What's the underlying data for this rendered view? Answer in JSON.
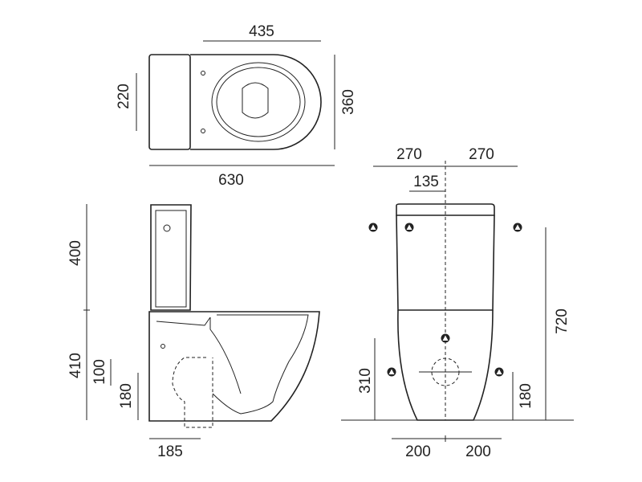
{
  "top_view": {
    "width_bowl": "435",
    "depth_tank": "220",
    "width": "360",
    "length": "630"
  },
  "side_view": {
    "tank_height": "400",
    "bowl_height": "410",
    "inlet_height": "100",
    "outlet_height": "180",
    "outlet_offset": "185"
  },
  "front_view": {
    "half_left": "270",
    "half_right": "270",
    "offset": "135",
    "total_height": "720",
    "height_left": "310",
    "height_right": "180",
    "fix_left": "200",
    "fix_right": "200"
  },
  "colors": {
    "line": "#222222",
    "background": "#ffffff"
  }
}
